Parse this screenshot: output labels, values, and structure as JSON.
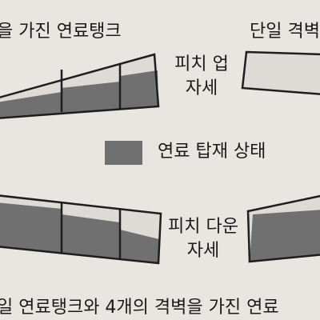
{
  "captions": {
    "left_tank_title": "을 가진 연료탱크",
    "right_tank_title": "단일 격벽",
    "pitch_up": "피치 업\n자세",
    "pitch_down": "피치 다운\n자세",
    "legend": "연료 탑재 상태",
    "bottom_caption": "일 연료탱크와 4개의 격벽을 가진 연료"
  },
  "colors": {
    "background": "#e9e6e1",
    "tank_fill": "#dedbd6",
    "fuel": "#707070",
    "outline": "#1e1e1e"
  }
}
